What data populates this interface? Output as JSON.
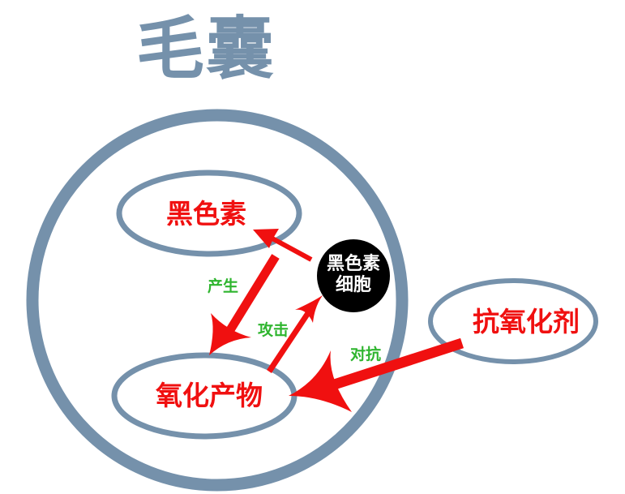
{
  "title": "毛囊",
  "nodes": {
    "melanin": "黑色素",
    "oxidation_products": "氧化产物",
    "antioxidant": "抗氧化剂",
    "melanocyte_line1": "黑色素",
    "melanocyte_line2": "细胞"
  },
  "edges": {
    "produce": "产生",
    "attack": "攻击",
    "counter": "对抗"
  },
  "colors": {
    "outline": "#7591ab",
    "arrow": "#f01010",
    "node_text": "#f01010",
    "edge_text": "#2fb52f",
    "cell_fill": "#000000",
    "cell_text": "#ffffff"
  }
}
